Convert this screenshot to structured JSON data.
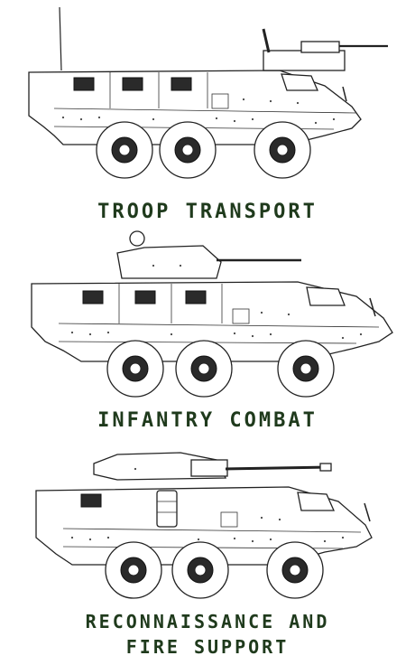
{
  "figure": {
    "vehicles": [
      {
        "caption": "TROOP TRANSPORT",
        "icon": "troop-transport-vehicle-drawing"
      },
      {
        "caption": "INFANTRY COMBAT",
        "icon": "infantry-combat-vehicle-drawing"
      },
      {
        "caption_lines": [
          "RECONNAISSANCE AND",
          "FIRE SUPPORT"
        ],
        "icon": "recon-fire-support-vehicle-drawing"
      }
    ],
    "colors": {
      "caption": "#1f3a1c",
      "line": "#222222",
      "background": "#ffffff"
    }
  }
}
